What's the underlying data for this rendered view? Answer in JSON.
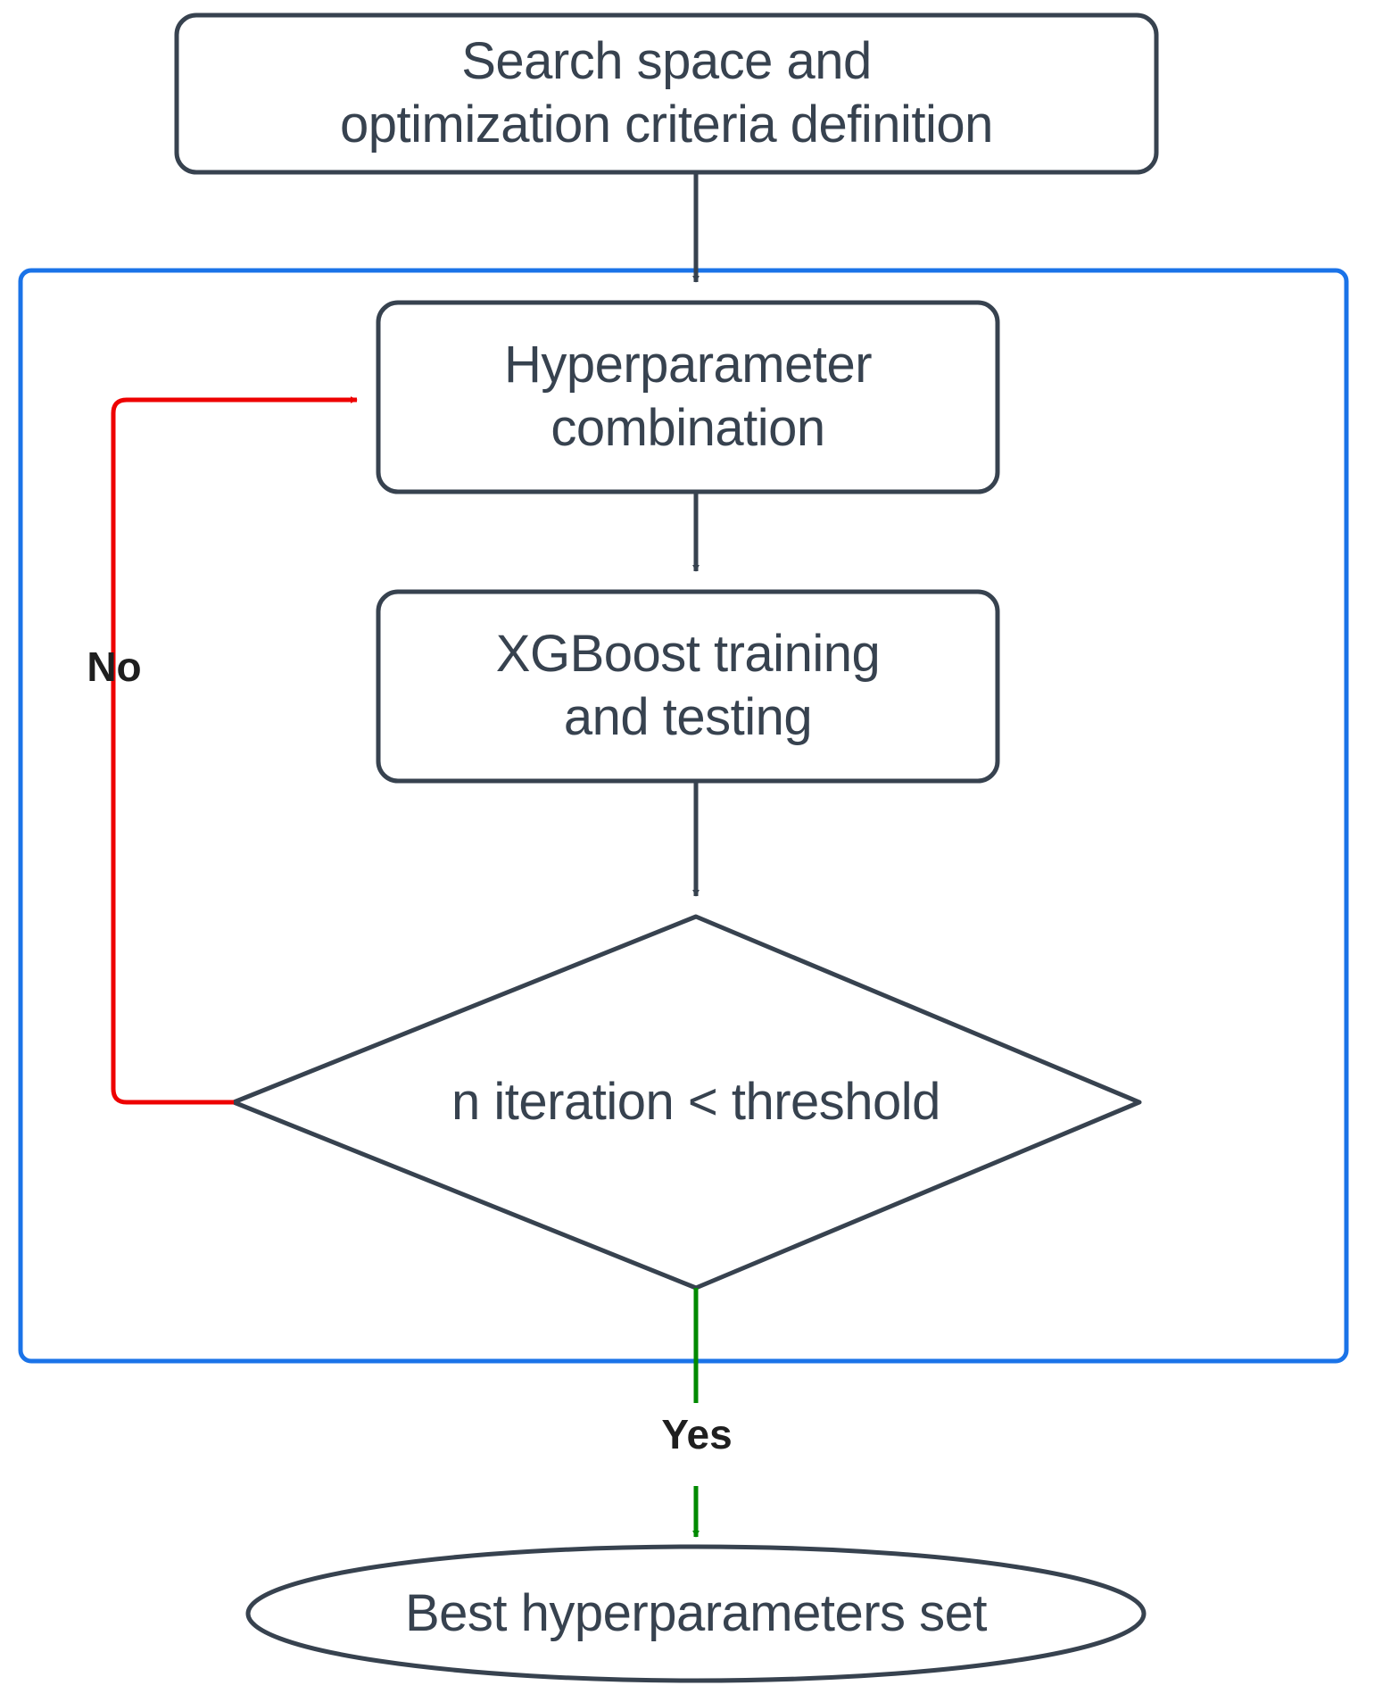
{
  "diagram": {
    "title": "XGBoost hyperparameter optimization flowchart",
    "colors": {
      "node_stroke": "#37424f",
      "node_text": "#37424f",
      "node_fill": "#ffffff",
      "group_border": "#1a73e8",
      "no_branch": "#ee0000",
      "yes_branch": "#008a00",
      "arrow_default": "#37424f",
      "canvas": "#ffffff"
    },
    "nodes": [
      {
        "id": "search-space",
        "shape": "rounded-rectangle",
        "label": "Search space and\noptimization criteria definition"
      },
      {
        "id": "hyperparameter-combination",
        "shape": "rounded-rectangle",
        "label": "Hyperparameter\ncombination"
      },
      {
        "id": "xgboost-training",
        "shape": "rounded-rectangle",
        "label": "XGBoost training\nand testing"
      },
      {
        "id": "iteration-decision",
        "shape": "diamond",
        "label": "n iteration < threshold"
      },
      {
        "id": "best-hyperparameters",
        "shape": "ellipse",
        "label": "Best hyperparameters set"
      }
    ],
    "edges": [
      {
        "id": "start-to-combination",
        "from": "search-space",
        "to": "hyperparameter-combination",
        "label": "",
        "color": "#37424f"
      },
      {
        "id": "combination-to-training",
        "from": "hyperparameter-combination",
        "to": "xgboost-training",
        "label": "",
        "color": "#37424f"
      },
      {
        "id": "training-to-decision",
        "from": "xgboost-training",
        "to": "iteration-decision",
        "label": "",
        "color": "#37424f"
      },
      {
        "id": "decision-no-loop",
        "from": "iteration-decision",
        "to": "hyperparameter-combination",
        "label": "No",
        "color": "#ee0000"
      },
      {
        "id": "decision-yes",
        "from": "iteration-decision",
        "to": "best-hyperparameters",
        "label": "Yes",
        "color": "#008a00"
      }
    ],
    "group": {
      "id": "optimization-loop-group",
      "label": ""
    }
  }
}
